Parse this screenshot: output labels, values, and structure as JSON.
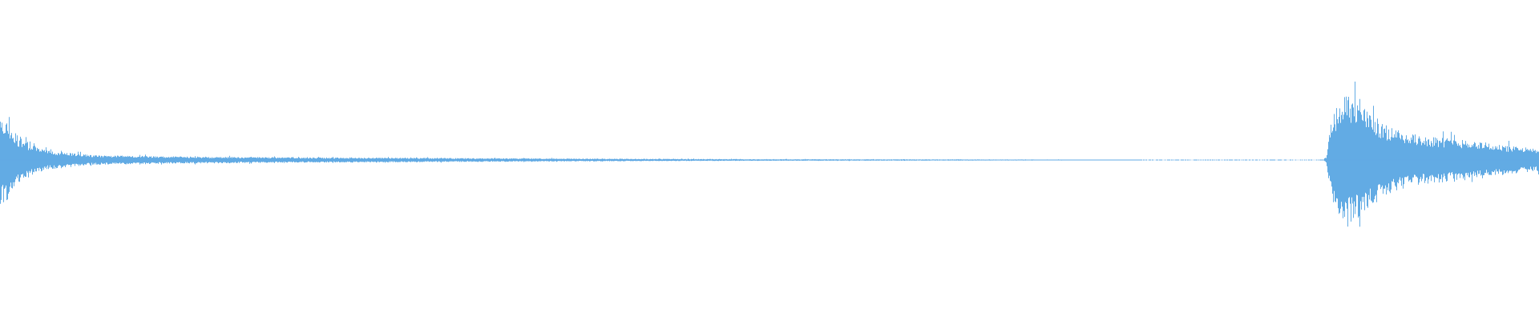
{
  "waveform": {
    "color": "#62ABE4",
    "background": "#FFFFFF",
    "envelope": [
      {
        "t": 0.0,
        "amp": 0.28
      },
      {
        "t": 0.004,
        "amp": 0.26
      },
      {
        "t": 0.012,
        "amp": 0.14
      },
      {
        "t": 0.03,
        "amp": 0.06
      },
      {
        "t": 0.06,
        "amp": 0.03
      },
      {
        "t": 0.12,
        "amp": 0.022
      },
      {
        "t": 0.2,
        "amp": 0.016
      },
      {
        "t": 0.3,
        "amp": 0.012
      },
      {
        "t": 0.4,
        "amp": 0.008
      },
      {
        "t": 0.5,
        "amp": 0.005
      },
      {
        "t": 0.6,
        "amp": 0.004
      },
      {
        "t": 0.66,
        "amp": 0.003
      },
      {
        "t": 0.78,
        "amp": 0.0015
      },
      {
        "t": 0.86,
        "amp": 0.001
      },
      {
        "t": 0.862,
        "amp": 0.02
      },
      {
        "t": 0.866,
        "amp": 0.3
      },
      {
        "t": 0.876,
        "amp": 0.42
      },
      {
        "t": 0.884,
        "amp": 0.36
      },
      {
        "t": 0.9,
        "amp": 0.22
      },
      {
        "t": 0.92,
        "amp": 0.16
      },
      {
        "t": 0.94,
        "amp": 0.14
      },
      {
        "t": 0.96,
        "amp": 0.12
      },
      {
        "t": 0.98,
        "amp": 0.09
      },
      {
        "t": 1.0,
        "amp": 0.07
      }
    ]
  }
}
